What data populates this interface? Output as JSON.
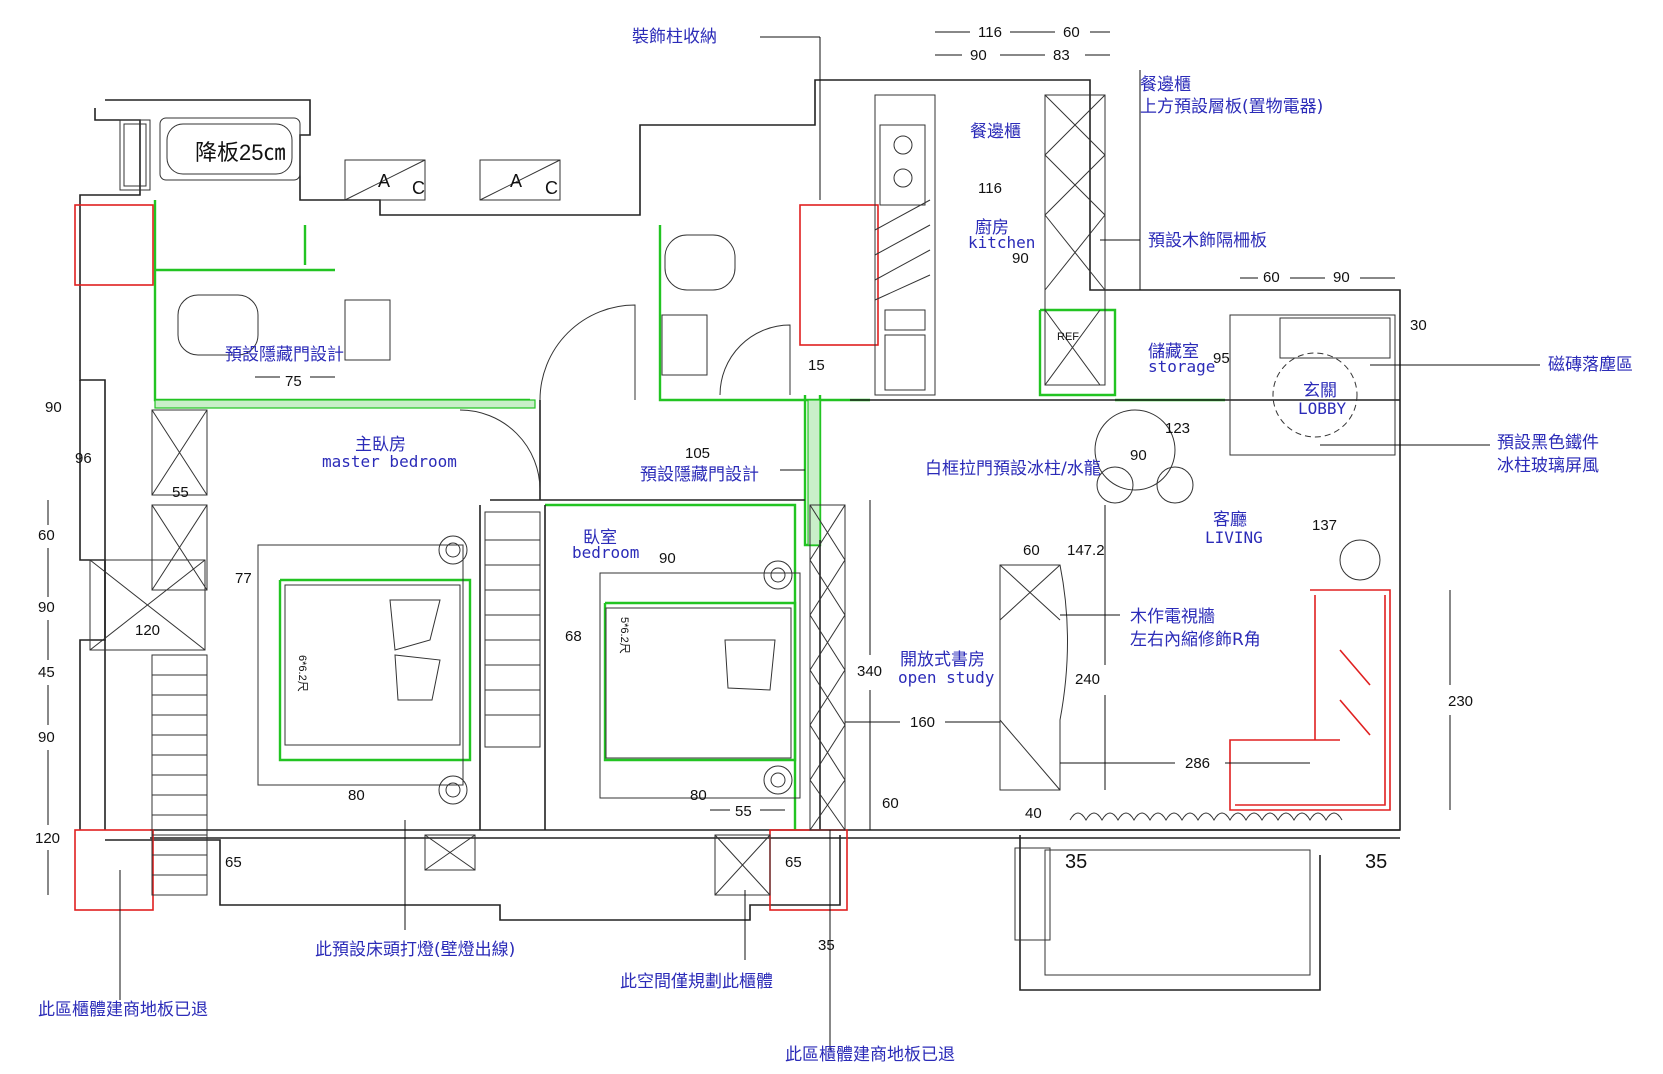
{
  "labels": {
    "deco_column_storage": "裝飾柱收納",
    "sideboard_top": "餐邊櫃",
    "sideboard_top_note": "上方預設層板(置物電器)",
    "sideboard": "餐邊櫃",
    "kitchen_zh": "廚房",
    "kitchen_en": "kitchen",
    "wood_grille": "預設木飾隔柵板",
    "storage_zh": "儲藏室",
    "storage_en": "storage",
    "tile_dust": "磁磚落塵區",
    "lobby_zh": "玄關",
    "lobby_en": "LOBBY",
    "black_iron_line1": "預設黑色鐵件",
    "black_iron_line2": "冰柱玻璃屏風",
    "fridge_note": "白框拉門預設冰柱/水龍",
    "living_zh": "客廳",
    "living_en": "LIVING",
    "master_zh": "主臥房",
    "master_en": "master bedroom",
    "hidden_door_1": "預設隱藏門設計",
    "hidden_door_2": "預設隱藏門設計",
    "bedroom_zh": "臥室",
    "bedroom_en": "bedroom",
    "study_zh": "開放式書房",
    "study_en": "open study",
    "tv_wall_line1": "木作電視牆",
    "tv_wall_line2": "左右內縮修飾R角",
    "lowered_slab": "降板25㎝",
    "bed_size_1": "6*6.2尺",
    "bed_size_2": "5*6.2尺",
    "bedside_light": "此預設床頭打燈(壁燈出線)",
    "cabinet_only": "此空間僅規劃此櫃體",
    "floor_note_left": "此區櫃體建商地板已退",
    "floor_note_bottom": "此區櫃體建商地板已退",
    "ac": "A",
    "ac2": "C",
    "ref": "REF"
  },
  "dimensions": {
    "top_116": "116",
    "top_60": "60",
    "top_90": "90",
    "top_83": "83",
    "k116": "116",
    "k90": "90",
    "s60": "60",
    "s90": "90",
    "s30": "30",
    "s95": "95",
    "d75": "75",
    "d15": "15",
    "d105": "105",
    "d123": "123",
    "d90b": "90",
    "d137": "137",
    "l90": "90",
    "l96": "96",
    "l55": "55",
    "l60": "60",
    "l77": "77",
    "l90b": "90",
    "l120": "120",
    "l45": "45",
    "l90c": "90",
    "l120b": "120",
    "b90": "90",
    "b68": "68",
    "b340": "340",
    "t60": "60",
    "t1472": "147.2",
    "t240": "240",
    "t160": "160",
    "t286": "286",
    "r230": "230",
    "m80": "80",
    "m80b": "80",
    "m55": "55",
    "m65": "65",
    "m65b": "65",
    "m60": "60",
    "m40": "40",
    "m35": "35",
    "m35b": "35",
    "m35c": "35"
  }
}
